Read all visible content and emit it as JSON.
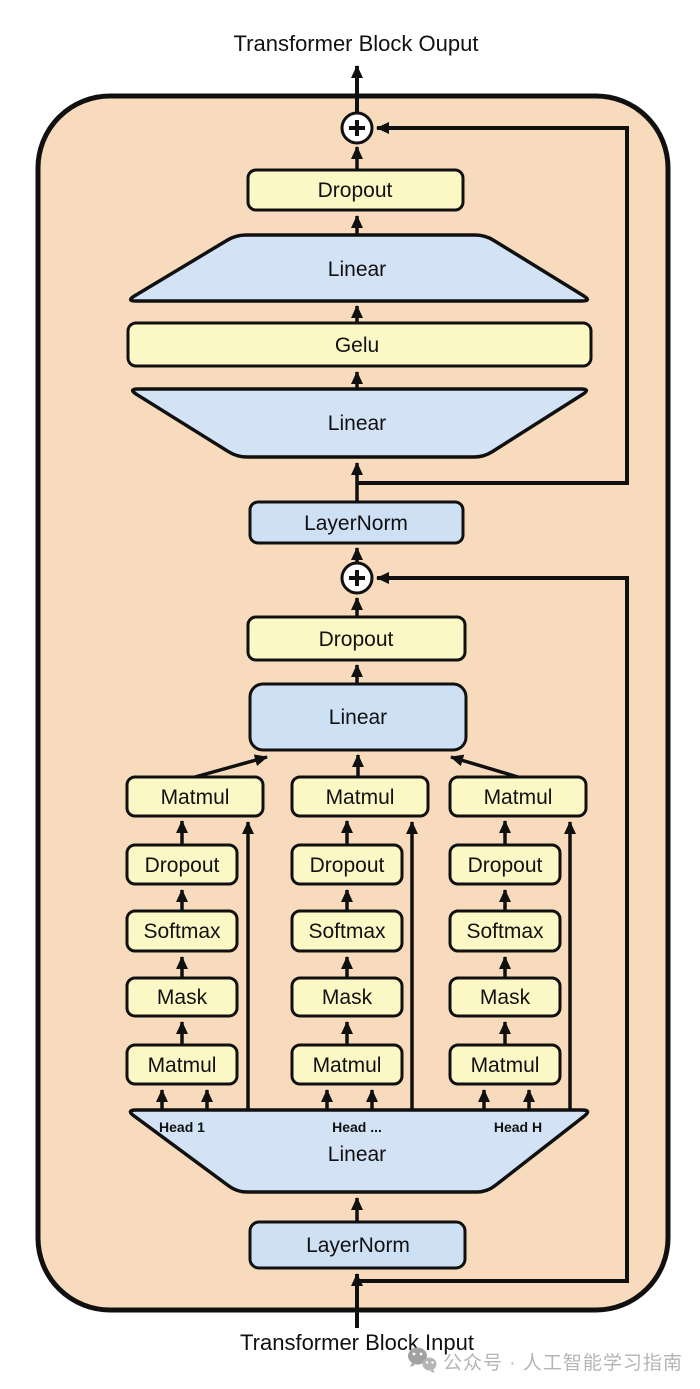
{
  "titles": {
    "output": "Transformer Block Ouput",
    "input": "Transformer Block Input"
  },
  "mlp": {
    "dropout": "Dropout",
    "linear_up": "Linear",
    "gelu": "Gelu",
    "linear_down": "Linear",
    "layernorm": "LayerNorm"
  },
  "attn": {
    "dropout": "Dropout",
    "output_linear": "Linear",
    "multihead_linear": "Linear",
    "layernorm": "LayerNorm"
  },
  "heads": [
    {
      "label": "Head 1",
      "stack": [
        "Matmul",
        "Dropout",
        "Softmax",
        "Mask",
        "Matmul"
      ]
    },
    {
      "label": "Head ...",
      "stack": [
        "Matmul",
        "Dropout",
        "Softmax",
        "Mask",
        "Matmul"
      ]
    },
    {
      "label": "Head H",
      "stack": [
        "Matmul",
        "Dropout",
        "Softmax",
        "Mask",
        "Matmul"
      ]
    }
  ],
  "icons": {
    "residual_add": "plus-circle",
    "watermark": "wechat-bubbles-icon"
  },
  "watermark": {
    "text": "公众号 · 人工智能学习指南"
  },
  "colors": {
    "container_fill": "#F8DBBD",
    "yellow_box": "#FBF8C5",
    "blue_box": "#CEE0F4",
    "line": "#101010",
    "watermark_gray": "#b5b5b5"
  }
}
